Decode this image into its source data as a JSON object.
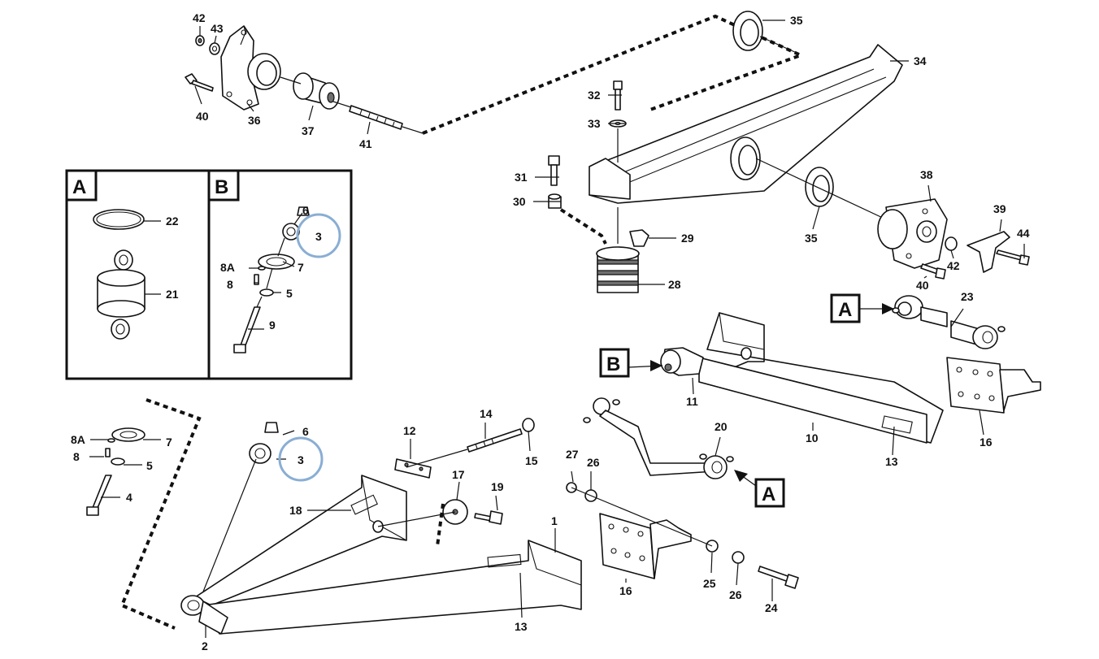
{
  "callouts": {
    "c42a": "42",
    "c43": "43",
    "c40a": "40",
    "c36": "36",
    "c37": "37",
    "c41": "41",
    "c35a": "35",
    "c34": "34",
    "c32": "32",
    "c33": "33",
    "c31": "31",
    "c30": "30",
    "c29": "29",
    "c28": "28",
    "c35b": "35",
    "c38": "38",
    "c39": "39",
    "c44": "44",
    "c42b": "42",
    "c40b": "40",
    "c23": "23",
    "c22": "22",
    "c21": "21",
    "cB6": "6",
    "cB3": "3",
    "cB8A": "8A",
    "cB7": "7",
    "cB8": "8",
    "cB5": "5",
    "cB9": "9",
    "c11": "11",
    "c10": "10",
    "c13a": "13",
    "c16a": "16",
    "c20": "20",
    "c8A": "8A",
    "c7": "7",
    "c8": "8",
    "c5": "5",
    "c4": "4",
    "c6": "6",
    "c3": "3",
    "c12": "12",
    "c14": "14",
    "c15": "15",
    "c17": "17",
    "c19": "19",
    "c18": "18",
    "c1": "1",
    "c13b": "13",
    "c2": "2",
    "c27": "27",
    "c26a": "26",
    "c16b": "16",
    "c25": "25",
    "c26b": "26",
    "c24": "24"
  },
  "detail_labels": {
    "box_a": "A",
    "box_b": "B",
    "ref_a_right": "A",
    "ref_b": "B",
    "ref_a_bottom": "A"
  },
  "colors": {
    "highlight": "#8aaed4",
    "line": "#111111",
    "background": "#ffffff"
  }
}
